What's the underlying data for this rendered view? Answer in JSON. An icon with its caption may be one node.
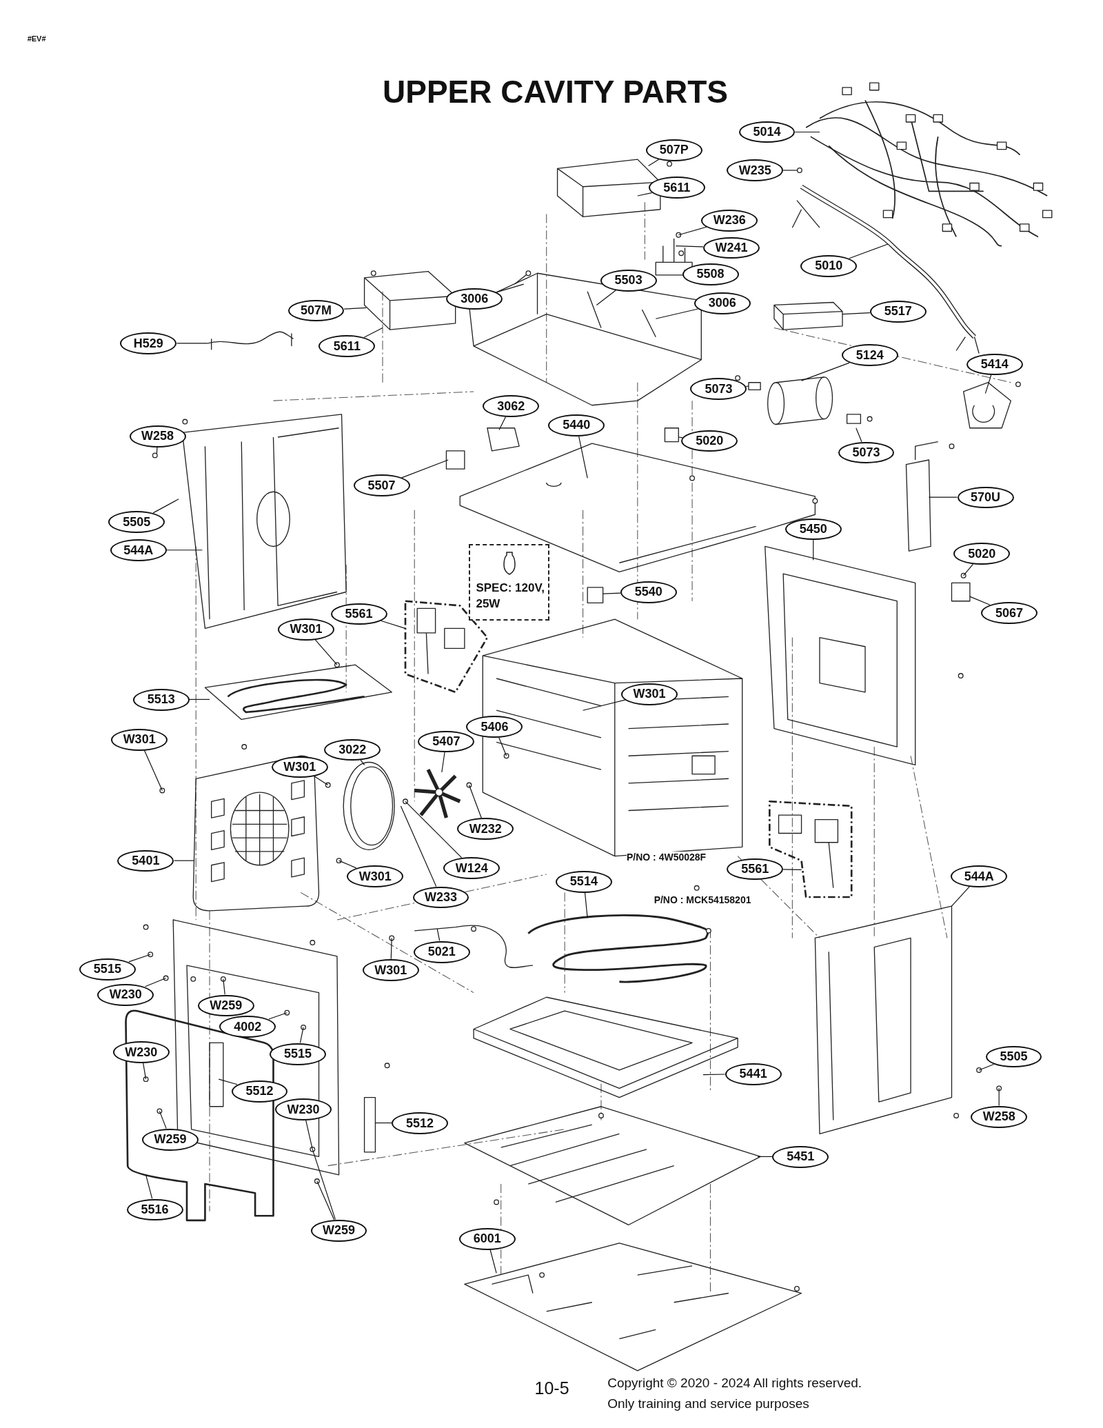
{
  "diagram": {
    "title": "UPPER CAVITY PARTS",
    "nodes": [
      {
        "text": [
          "5014"
        ]
      },
      {
        "text": [
          "507P"
        ]
      },
      {
        "text": [
          "W235"
        ]
      },
      {
        "text": [
          "5611"
        ]
      },
      {
        "text": [
          "W236"
        ]
      },
      {
        "text": [
          "W241"
        ]
      },
      {
        "text": [
          "5508"
        ]
      },
      {
        "text": [
          "5010"
        ]
      },
      {
        "text": [
          "5503"
        ]
      },
      {
        "text": [
          "3006"
        ]
      },
      {
        "text": [
          "3006"
        ]
      },
      {
        "text": [
          "507M"
        ]
      },
      {
        "text": [
          "5517"
        ]
      },
      {
        "text": [
          "H529"
        ]
      },
      {
        "text": [
          "5611"
        ]
      },
      {
        "text": [
          "5124"
        ]
      },
      {
        "text": [
          "5414"
        ]
      },
      {
        "text": [
          "5073"
        ]
      },
      {
        "text": [
          "3062"
        ]
      },
      {
        "text": [
          "5440"
        ]
      },
      {
        "text": [
          "5020"
        ]
      },
      {
        "text": [
          "W258"
        ]
      },
      {
        "text": [
          "5073"
        ]
      },
      {
        "text": [
          "5507"
        ]
      },
      {
        "text": [
          "570U"
        ]
      },
      {
        "text": [
          "5505"
        ]
      },
      {
        "text": [
          "5450"
        ]
      },
      {
        "text": [
          "544A"
        ]
      },
      {
        "text": [
          "5020"
        ]
      },
      {
        "text": [
          "5540"
        ]
      },
      {
        "text": [
          "5561"
        ]
      },
      {
        "text": [
          "5067"
        ]
      },
      {
        "text": [
          "W301"
        ]
      },
      {
        "text": [
          "5513"
        ]
      },
      {
        "text": [
          "W301"
        ]
      },
      {
        "text": [
          "W301"
        ]
      },
      {
        "text": [
          "5406"
        ]
      },
      {
        "text": [
          "5407"
        ]
      },
      {
        "text": [
          "3022"
        ]
      },
      {
        "text": [
          "W301"
        ]
      },
      {
        "text": [
          "W232"
        ]
      },
      {
        "text": [
          "5401"
        ]
      },
      {
        "text": [
          "W124"
        ]
      },
      {
        "text": [
          "W301"
        ]
      },
      {
        "text": [
          "W233"
        ]
      },
      {
        "text": [
          "5561"
        ]
      },
      {
        "text": [
          "544A"
        ]
      },
      {
        "text": [
          "5514"
        ]
      },
      {
        "text": [
          "5515"
        ]
      },
      {
        "text": [
          "5021"
        ]
      },
      {
        "text": [
          "W301"
        ]
      },
      {
        "text": [
          "W230"
        ]
      },
      {
        "text": [
          "W259"
        ]
      },
      {
        "text": [
          "4002"
        ]
      },
      {
        "text": [
          "5515"
        ]
      },
      {
        "text": [
          "W230"
        ]
      },
      {
        "text": [
          "5512"
        ]
      },
      {
        "text": [
          "5505"
        ]
      },
      {
        "text": [
          "5441"
        ]
      },
      {
        "text": [
          "W230"
        ]
      },
      {
        "text": [
          "W259"
        ]
      },
      {
        "text": [
          "5512"
        ]
      },
      {
        "text": [
          "W258"
        ]
      },
      {
        "text": [
          "5451"
        ]
      },
      {
        "text": [
          "5516"
        ]
      },
      {
        "text": [
          "W259"
        ]
      },
      {
        "text": [
          "6001"
        ]
      },
      {
        "text": [
          "SPEC: 120V, 25W"
        ]
      }
    ],
    "edges": [
      {
        "from": 0,
        "to": null,
        "arrow": "none"
      },
      {
        "from": 1,
        "to": null,
        "arrow": "none"
      },
      {
        "from": 2,
        "to": null,
        "arrow": "none"
      },
      {
        "from": 3,
        "to": null,
        "arrow": "none"
      },
      {
        "from": 4,
        "to": null,
        "arrow": "none"
      },
      {
        "from": 5,
        "to": null,
        "arrow": "none"
      },
      {
        "from": 6,
        "to": null,
        "arrow": "none"
      },
      {
        "from": 7,
        "to": null,
        "arrow": "none"
      },
      {
        "from": 8,
        "to": null,
        "arrow": "none"
      },
      {
        "from": 9,
        "to": null,
        "arrow": "none"
      },
      {
        "from": 10,
        "to": null,
        "arrow": "none"
      },
      {
        "from": 11,
        "to": null,
        "arrow": "none"
      },
      {
        "from": 12,
        "to": null,
        "arrow": "none"
      },
      {
        "from": 13,
        "to": null,
        "arrow": "none"
      },
      {
        "from": 14,
        "to": null,
        "arrow": "none"
      },
      {
        "from": 15,
        "to": null,
        "arrow": "none"
      },
      {
        "from": 16,
        "to": null,
        "arrow": "none"
      },
      {
        "from": 17,
        "to": null,
        "arrow": "none"
      },
      {
        "from": 18,
        "to": null,
        "arrow": "none"
      },
      {
        "from": 19,
        "to": null,
        "arrow": "none"
      },
      {
        "from": 20,
        "to": null,
        "arrow": "none"
      },
      {
        "from": 21,
        "to": null,
        "arrow": "none"
      },
      {
        "from": 22,
        "to": null,
        "arrow": "none"
      },
      {
        "from": 23,
        "to": null,
        "arrow": "none"
      },
      {
        "from": 24,
        "to": null,
        "arrow": "none"
      },
      {
        "from": 25,
        "to": null,
        "arrow": "none"
      },
      {
        "from": 26,
        "to": null,
        "arrow": "none"
      },
      {
        "from": 27,
        "to": null,
        "arrow": "none"
      },
      {
        "from": 28,
        "to": null,
        "arrow": "none"
      },
      {
        "from": 29,
        "to": null,
        "arrow": "none"
      },
      {
        "from": 30,
        "to": null,
        "arrow": "none"
      },
      {
        "from": 31,
        "to": null,
        "arrow": "none"
      },
      {
        "from": 32,
        "to": null,
        "arrow": "none"
      },
      {
        "from": 33,
        "to": null,
        "arrow": "none"
      },
      {
        "from": 34,
        "to": null,
        "arrow": "none"
      },
      {
        "from": 35,
        "to": null,
        "arrow": "none"
      },
      {
        "from": 36,
        "to": null,
        "arrow": "none"
      },
      {
        "from": 37,
        "to": null,
        "arrow": "none"
      },
      {
        "from": 38,
        "to": null,
        "arrow": "none"
      },
      {
        "from": 39,
        "to": null,
        "arrow": "none"
      },
      {
        "from": 40,
        "to": null,
        "arrow": "none"
      },
      {
        "from": 41,
        "to": null,
        "arrow": "none"
      },
      {
        "from": 42,
        "to": null,
        "arrow": "none"
      },
      {
        "from": 43,
        "to": null,
        "arrow": "none"
      },
      {
        "from": 44,
        "to": null,
        "arrow": "none"
      },
      {
        "from": 45,
        "to": null,
        "arrow": "none"
      },
      {
        "from": 46,
        "to": null,
        "arrow": "none"
      },
      {
        "from": 47,
        "to": null,
        "arrow": "none"
      },
      {
        "from": 48,
        "to": null,
        "arrow": "none"
      },
      {
        "from": 49,
        "to": null,
        "arrow": "none"
      },
      {
        "from": 50,
        "to": null,
        "arrow": "none"
      },
      {
        "from": 51,
        "to": null,
        "arrow": "none"
      },
      {
        "from": 52,
        "to": null,
        "arrow": "none"
      },
      {
        "from": 53,
        "to": null,
        "arrow": "none"
      },
      {
        "from": 54,
        "to": null,
        "arrow": "none"
      },
      {
        "from": 55,
        "to": null,
        "arrow": "none"
      },
      {
        "from": 56,
        "to": null,
        "arrow": "none"
      },
      {
        "from": 57,
        "to": null,
        "arrow": "none"
      },
      {
        "from": 58,
        "to": null,
        "arrow": "none"
      },
      {
        "from": 59,
        "to": null,
        "arrow": "none"
      },
      {
        "from": 60,
        "to": null,
        "arrow": "none"
      },
      {
        "from": 61,
        "to": null,
        "arrow": "none"
      },
      {
        "from": 62,
        "to": null,
        "arrow": "none"
      },
      {
        "from": 63,
        "to": null,
        "arrow": "none"
      },
      {
        "from": 64,
        "to": null,
        "arrow": "none"
      },
      {
        "from": 65,
        "to": null,
        "arrow": "none"
      },
      {
        "from": 66,
        "to": null,
        "arrow": "none"
      },
      {
        "from": 65,
        "to": null,
        "arrow": "none"
      }
    ],
    "labels": [
      "#EV#",
      "P/NO : 4W50028F",
      "P/NO : MCK54158201",
      "10-5",
      "Copyright © 2020 - 2024 All rights reserved.",
      "Only training and service purposes"
    ]
  }
}
